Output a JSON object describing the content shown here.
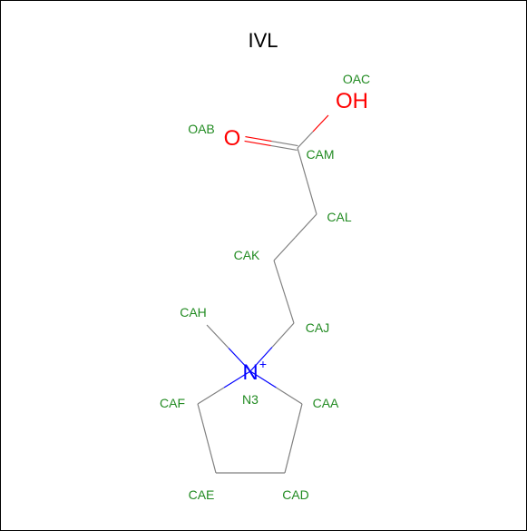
{
  "title": "IVL",
  "colors": {
    "carbon": "#808080",
    "oxygen": "#ff0000",
    "nitrogen": "#0000ff",
    "label": "#228b22",
    "frame": "#000000"
  },
  "atoms": {
    "OAC": {
      "label": "OAC",
      "symbol": "OH",
      "element": "O"
    },
    "OAB": {
      "label": "OAB",
      "symbol": "O",
      "element": "O"
    },
    "CAM": {
      "label": "CAM",
      "element": "C"
    },
    "CAL": {
      "label": "CAL",
      "element": "C"
    },
    "CAK": {
      "label": "CAK",
      "element": "C"
    },
    "CAJ": {
      "label": "CAJ",
      "element": "C"
    },
    "CAH": {
      "label": "CAH",
      "element": "C"
    },
    "N3": {
      "label": "N3",
      "symbol": "N",
      "charge": "+",
      "element": "N"
    },
    "CAF": {
      "label": "CAF",
      "element": "C"
    },
    "CAA": {
      "label": "CAA",
      "element": "C"
    },
    "CAE": {
      "label": "CAE",
      "element": "C"
    },
    "CAD": {
      "label": "CAD",
      "element": "C"
    }
  },
  "bonds": [
    {
      "from": "CAM",
      "to": "OAC",
      "order": 1
    },
    {
      "from": "CAM",
      "to": "OAB",
      "order": 2
    },
    {
      "from": "CAM",
      "to": "CAL",
      "order": 1
    },
    {
      "from": "CAL",
      "to": "CAK",
      "order": 1
    },
    {
      "from": "CAK",
      "to": "CAJ",
      "order": 1
    },
    {
      "from": "CAJ",
      "to": "N3",
      "order": 1
    },
    {
      "from": "CAH",
      "to": "N3",
      "order": 1
    },
    {
      "from": "N3",
      "to": "CAF",
      "order": 1
    },
    {
      "from": "N3",
      "to": "CAA",
      "order": 1
    },
    {
      "from": "CAF",
      "to": "CAE",
      "order": 1
    },
    {
      "from": "CAE",
      "to": "CAD",
      "order": 1
    },
    {
      "from": "CAD",
      "to": "CAA",
      "order": 1
    }
  ]
}
